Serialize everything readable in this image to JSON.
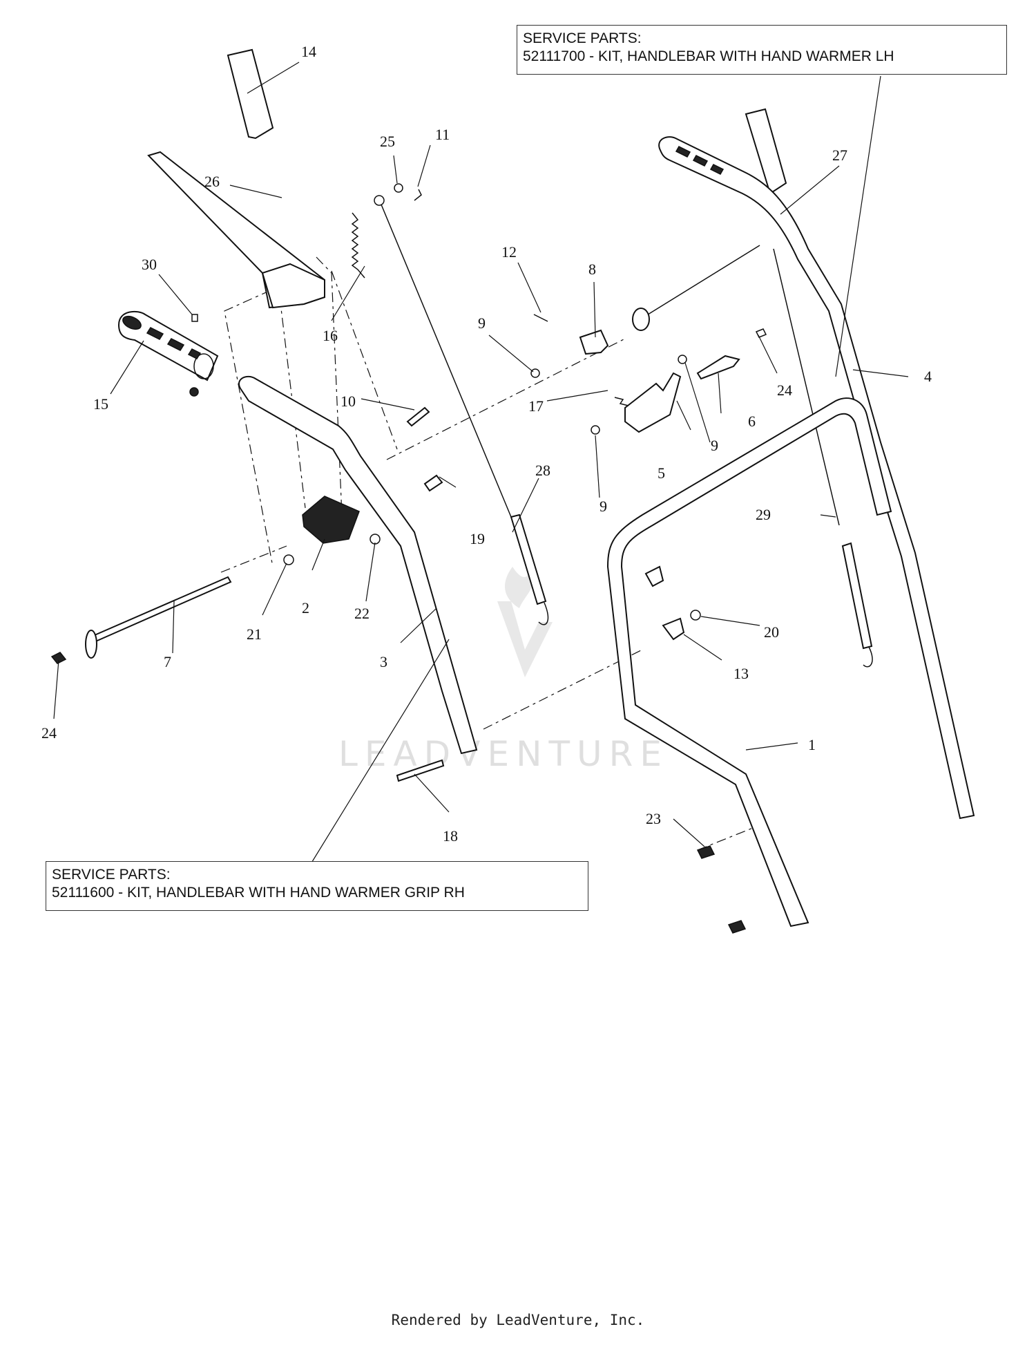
{
  "service_parts_lh": {
    "heading": "SERVICE PARTS:",
    "line": "52111700 - KIT, HANDLEBAR WITH HAND WARMER LH"
  },
  "service_parts_rh": {
    "heading": "SERVICE PARTS:",
    "line": "52111600 - KIT, HANDLEBAR WITH HAND WARMER GRIP RH"
  },
  "watermark": "LEADVENTURE",
  "footer": "Rendered by LeadVenture, Inc.",
  "callouts": {
    "c1": "1",
    "c2": "2",
    "c3": "3",
    "c4": "4",
    "c5": "5",
    "c6": "6",
    "c7": "7",
    "c8": "8",
    "c9a": "9",
    "c9b": "9",
    "c9c": "9",
    "c10": "10",
    "c11": "11",
    "c12": "12",
    "c13": "13",
    "c14": "14",
    "c15": "15",
    "c16": "16",
    "c17": "17",
    "c18": "18",
    "c19": "19",
    "c20": "20",
    "c21": "21",
    "c22": "22",
    "c23": "23",
    "c24a": "24",
    "c24b": "24",
    "c25": "25",
    "c26": "26",
    "c27": "27",
    "c28": "28",
    "c29": "29",
    "c30": "30"
  }
}
